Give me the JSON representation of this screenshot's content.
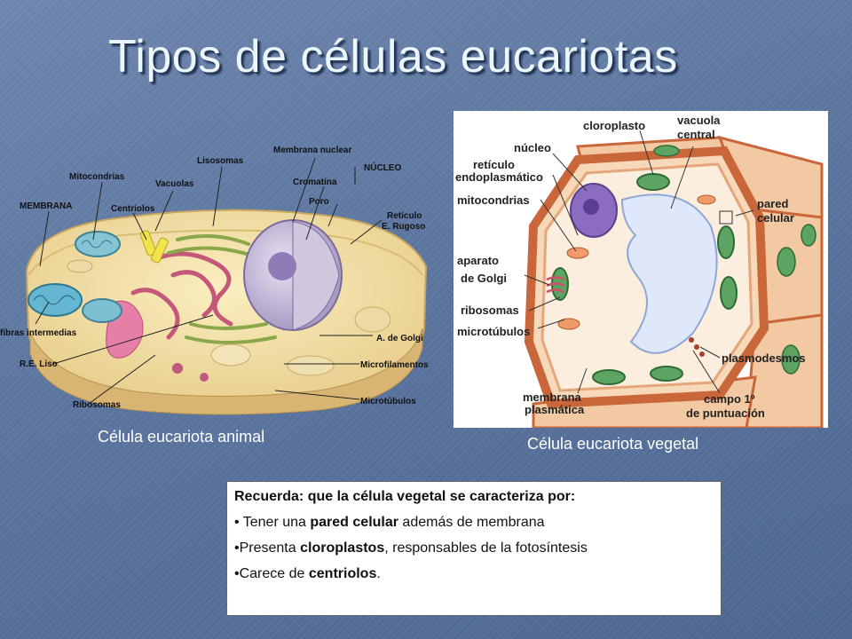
{
  "slide": {
    "title": "Tipos de células eucariotas",
    "caption_animal": "Célula eucariota animal",
    "caption_plant": "Célula eucariota vegetal"
  },
  "animal_labels": {
    "membrana_nuclear": "Membrana nuclear",
    "nucleo": "NÚCLEO",
    "lisosomas": "Lisosomas",
    "mitocondrias": "Mitocondrias",
    "vacuolas": "Vacuolas",
    "cromatina": "Cromatina",
    "membrana": "MEMBRANA",
    "centriolos": "Centriolos",
    "poro": "Poro",
    "reticulo": "Retículo",
    "e_rugoso": "E. Rugoso",
    "fibras": "fibras intermedias",
    "golgi": "A. de Golgi",
    "re_liso": "R.E. Liso",
    "microfilamentos": "Microfilamentos",
    "ribosomas": "Ribosomas",
    "microtubulos": "Microtúbulos"
  },
  "plant_labels": {
    "cloroplasto": "cloroplasto",
    "vacuola": "vacuola",
    "central": "central",
    "nucleo": "núcleo",
    "reticulo": "retículo",
    "endoplasmatico": "endoplasmático",
    "mitocondrias": "mitocondrias",
    "pared": "pared",
    "celular": "celular",
    "aparato": "aparato",
    "de_golgi": "de Golgi",
    "ribosomas": "ribosomas",
    "microtubulos": "microtúbulos",
    "plasmodesmos": "plasmodesmos",
    "membrana": "membrana",
    "plasmatica": "plasmática",
    "campo": "campo 1º",
    "puntuacion": "de puntuación"
  },
  "note": {
    "heading": "Recuerda: que la célula vegetal se caracteriza por:",
    "line1_pre": "• Tener una ",
    "line1_bold": "pared celular",
    "line1_post": " además de membrana",
    "line2_pre": "•Presenta ",
    "line2_bold": "cloroplastos",
    "line2_post": ", responsables de la fotosíntesis",
    "line3_pre": "•Carece de ",
    "line3_bold": "centriolos",
    "line3_post": "."
  }
}
